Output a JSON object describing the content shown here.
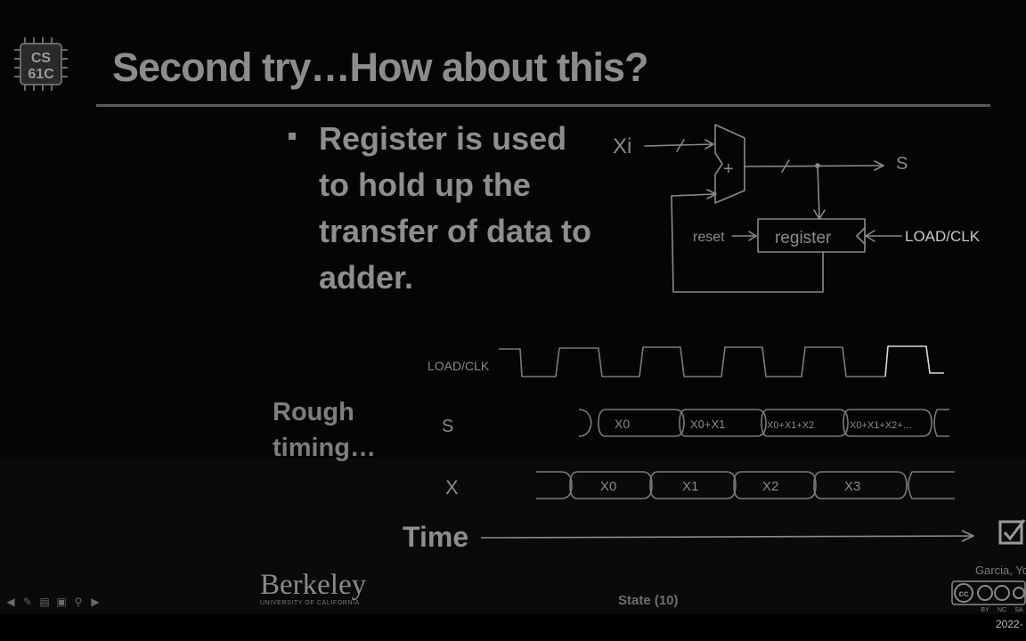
{
  "slide": {
    "logo": {
      "line1": "CS",
      "line2": "61C"
    },
    "title": "Second try…How about this?",
    "bullet": "Register is used to hold up the transfer of data to adder.",
    "rough_timing": "Rough timing…",
    "time_label": "Time",
    "footer_center": "State (10)",
    "credit": "Garcia, Yo",
    "year": "2022-",
    "berkeley": {
      "name": "Berkeley",
      "sub": "UNIVERSITY OF CALIFORNIA"
    },
    "cc_labels": [
      "BY",
      "NC",
      "SA"
    ]
  },
  "diagram": {
    "input_label": "Xi",
    "adder_symbol": "+",
    "output_label": "S",
    "reset_label": "reset",
    "register_label": "register",
    "load_label": "LOAD/CLK"
  },
  "timing": {
    "clk_label": "LOAD/CLK",
    "s_label": "S",
    "x_label": "X",
    "s_values": [
      "X0",
      "X0+X1",
      "X0+X1+X2",
      "X0+X1+X2+…"
    ],
    "x_values": [
      "X0",
      "X1",
      "X2",
      "X3"
    ]
  },
  "nav_icons": [
    "prev-icon",
    "pen-icon",
    "slides-icon",
    "screen-icon",
    "search-icon",
    "next-icon"
  ]
}
